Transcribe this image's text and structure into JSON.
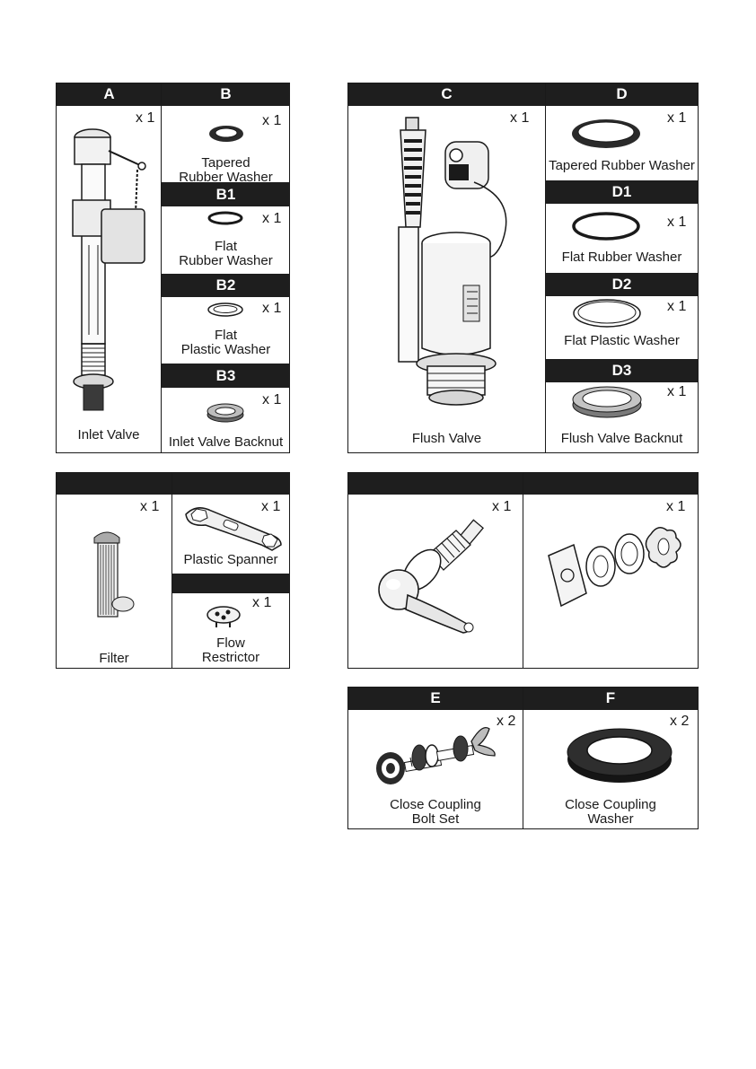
{
  "panel_a_b": {
    "header_a": "A",
    "header_b": "B",
    "a_qty": "x 1",
    "a_label": "Inlet Valve",
    "b_qty": "x 1",
    "b_label_1": "Tapered",
    "b_label_2": "Rubber Washer",
    "b1_header": "B1",
    "b1_qty": "x 1",
    "b1_label_1": "Flat",
    "b1_label_2": "Rubber Washer",
    "b2_header": "B2",
    "b2_qty": "x 1",
    "b2_label_1": "Flat",
    "b2_label_2": "Plastic Washer",
    "b3_header": "B3",
    "b3_qty": "x 1",
    "b3_label": "Inlet Valve Backnut"
  },
  "panel_c_d": {
    "header_c": "C",
    "header_d": "D",
    "c_qty": "x 1",
    "c_label": "Flush Valve",
    "d_qty": "x 1",
    "d_label": "Tapered Rubber Washer",
    "d1_header": "D1",
    "d1_qty": "x 1",
    "d1_label": "Flat Rubber Washer",
    "d2_header": "D2",
    "d2_qty": "x 1",
    "d2_label": "Flat Plastic Washer",
    "d3_header": "D3",
    "d3_qty": "x 1",
    "d3_label": "Flush Valve Backnut"
  },
  "panel_filter": {
    "filter_qty": "x 1",
    "filter_label": "Filter",
    "spanner_qty": "x 1",
    "spanner_label": "Plastic Spanner",
    "restrictor_qty": "x 1",
    "restrictor_label_1": "Flow",
    "restrictor_label_2": "Restrictor"
  },
  "panel_lever": {
    "lever_qty": "x 1",
    "fixing_qty": "x 1"
  },
  "panel_e_f": {
    "header_e": "E",
    "header_f": "F",
    "e_qty": "x 2",
    "e_label_1": "Close Coupling",
    "e_label_2": "Bolt Set",
    "f_qty": "x 2",
    "f_label_1": "Close Coupling",
    "f_label_2": "Washer"
  }
}
